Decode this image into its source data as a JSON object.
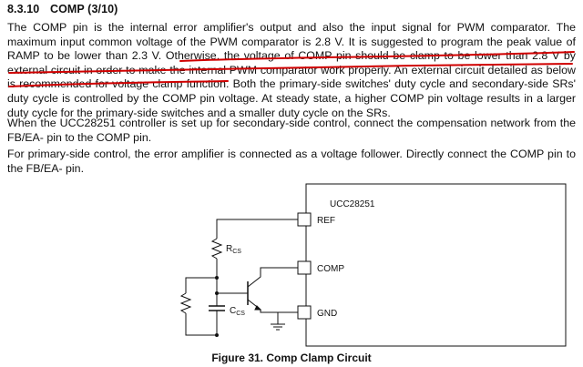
{
  "section": {
    "number": "8.3.10",
    "title": "COMP (3/10)"
  },
  "paragraphs": {
    "p1": "The COMP pin is the internal error amplifier's output and also the input signal for PWM comparator. The maximum input common voltage of the PWM comparator is 2.8 V. It is suggested to program the peak value of RAMP to be lower than 2.3 V. Otherwise, the voltage of COMP pin should be clamp to be lower than 2.8 V by external circuit in order to make the internal PWM comparator work properly. An external circuit detailed as below is recommended for voltage clamp function. Both the primary-side switches' duty cycle and secondary-side SRs' duty cycle is controlled by the COMP pin voltage. At steady state, a higher COMP pin voltage results in a larger duty cycle for the primary-side switches and a smaller duty cycle on the SRs.",
    "p2": "When the UCC28251 controller is set up for secondary-side control, connect the compensation network from the FB/EA- pin to the COMP pin.",
    "p3": "For primary-side control, the error amplifier is connected as a voltage follower. Directly connect the COMP pin to the FB/EA- pin."
  },
  "annotation": {
    "underline_color": "#d00000"
  },
  "figure": {
    "chip_name": "UCC28251",
    "pins": [
      "REF",
      "COMP",
      "GND"
    ],
    "resistor_label": "R",
    "resistor_sub": "CS",
    "capacitor_label": "C",
    "capacitor_sub": "CS",
    "caption": "Figure 31.  Comp Clamp Circuit"
  }
}
